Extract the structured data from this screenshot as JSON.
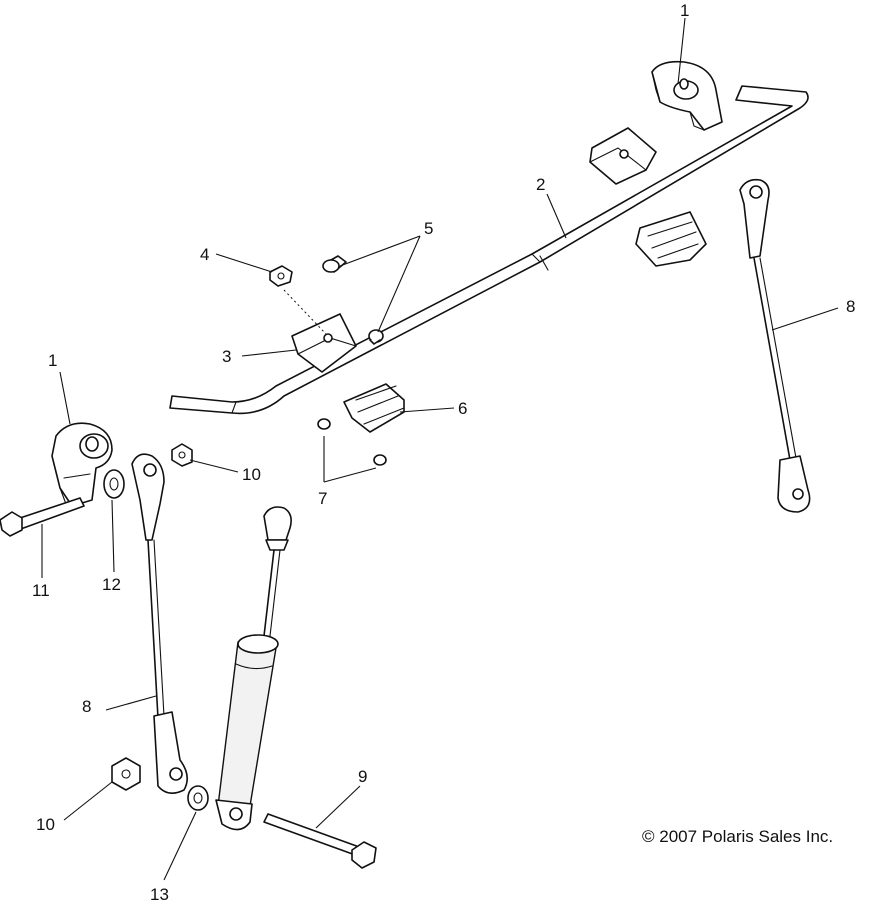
{
  "callouts": {
    "c1_top": "1",
    "c1_left": "1",
    "c2": "2",
    "c3": "3",
    "c4": "4",
    "c5": "5",
    "c6": "6",
    "c7": "7",
    "c8_right": "8",
    "c8_left": "8",
    "c9": "9",
    "c10_upper": "10",
    "c10_lower": "10",
    "c11": "11",
    "c12": "12",
    "c13": "13"
  },
  "copyright": "© 2007 Polaris Sales Inc."
}
